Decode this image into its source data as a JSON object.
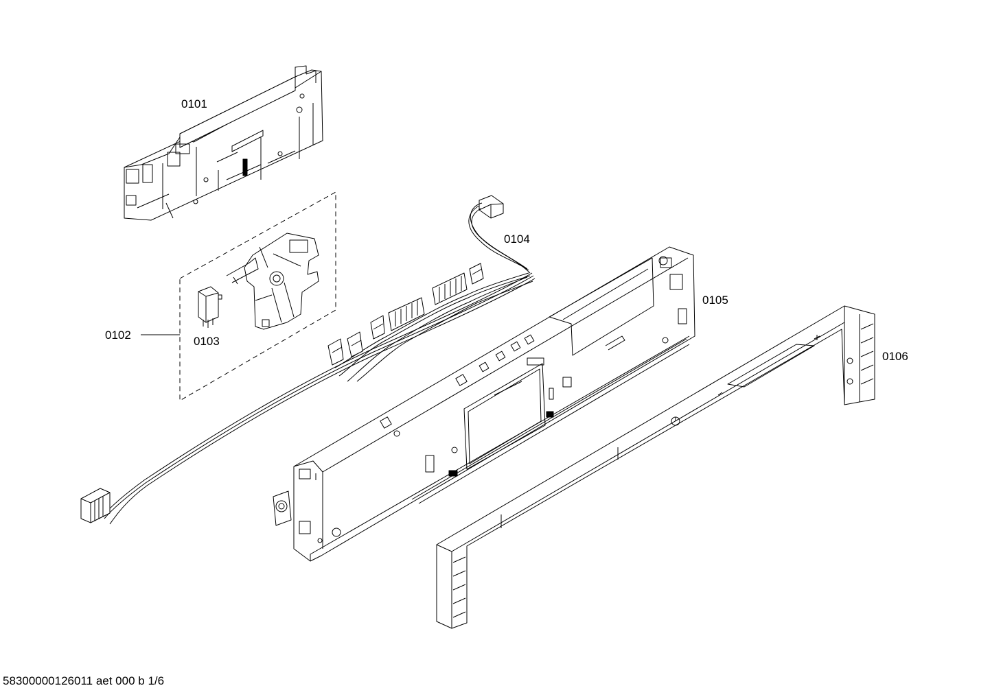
{
  "diagram": {
    "labels": {
      "part_0101": "0101",
      "part_0102": "0102",
      "part_0103": "0103",
      "part_0104": "0104",
      "part_0105": "0105",
      "part_0106": "0106"
    },
    "footer": "58300000126011 aet 000 b 1/6"
  }
}
